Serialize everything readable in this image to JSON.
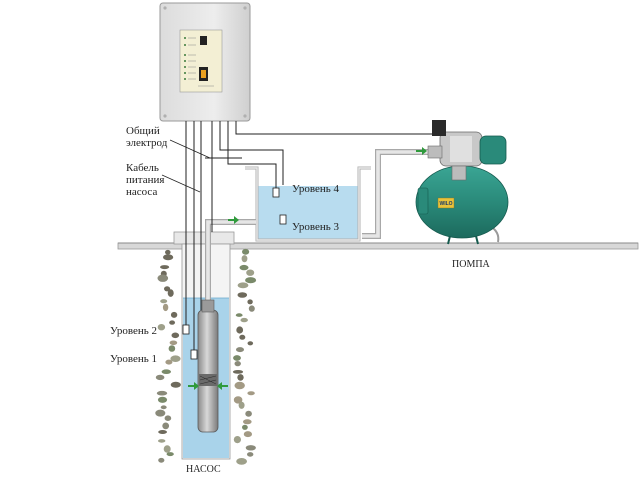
{
  "labels": {
    "common_electrode": [
      "Общий",
      "электрод"
    ],
    "pump_cable": [
      "Кабель",
      "питания",
      "насоса"
    ],
    "level_4": "Уровень 4",
    "level_3": "Уровень 3",
    "level_2": "Уровень 2",
    "level_1": "Уровень 1",
    "pump_station": "ПОМПА",
    "submersible_pump": "НАСОС"
  },
  "brand": "WILO",
  "icons": {
    "flow": "arrow-icon",
    "control": "control-panel-icon",
    "station": "pump-station-icon",
    "well": "submersible-pump-icon"
  },
  "colors": {
    "water": "#b8dcef",
    "water_deep": "#a9d3ea",
    "pump_green": "#2a8a7a",
    "arrow": "#2f9a3c",
    "cable": "#222222",
    "pipe": "#e2e2e2",
    "panel": "#e6e6e6",
    "brand_fill": "#e8c23a"
  }
}
